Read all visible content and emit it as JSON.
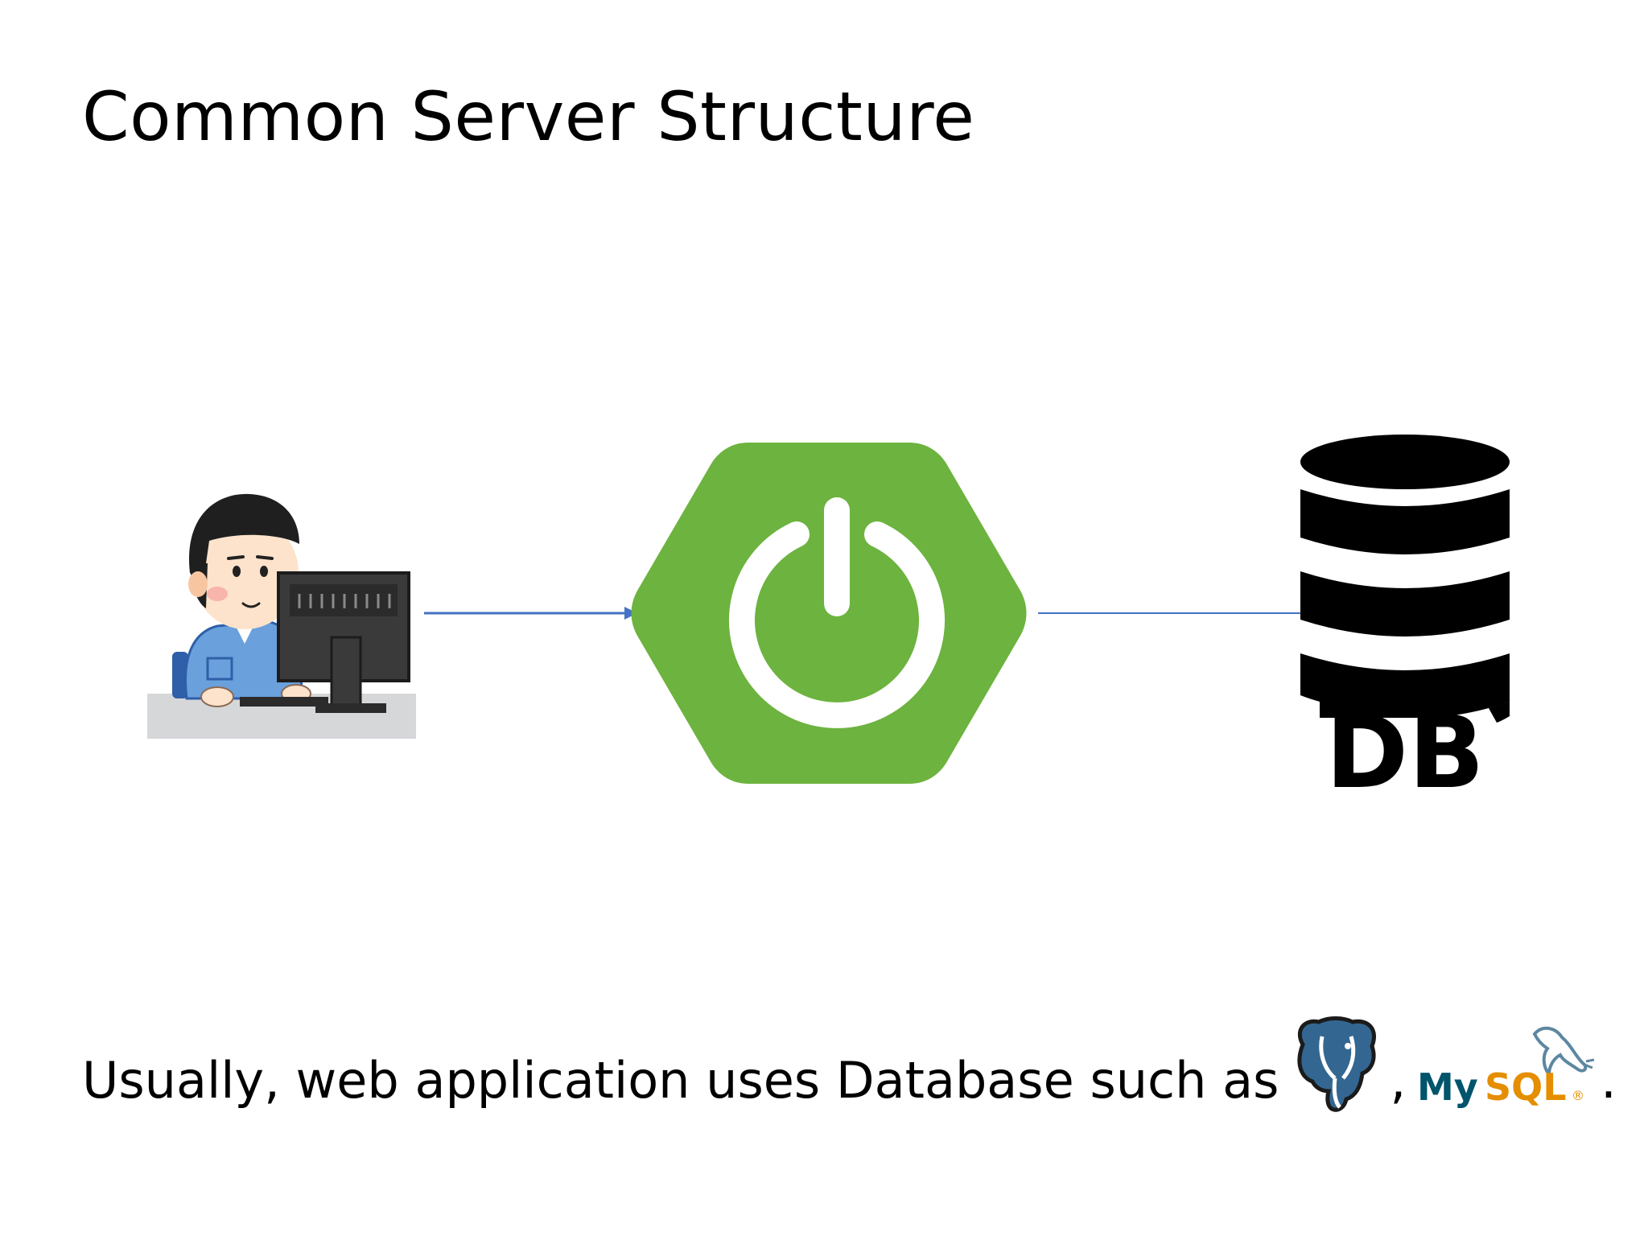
{
  "slide": {
    "title": "Common Server Structure"
  },
  "diagram": {
    "db_label": "DB",
    "colors": {
      "spring_green": "#6DB33F",
      "arrow_blue": "#4472C4",
      "db_black": "#000000"
    }
  },
  "footer": {
    "text_before": "Usually, web application uses Database such as",
    "separator": ",",
    "period": ".",
    "mysql_label_my": "My",
    "mysql_label_sql": "SQL",
    "mysql_registered": "®"
  }
}
